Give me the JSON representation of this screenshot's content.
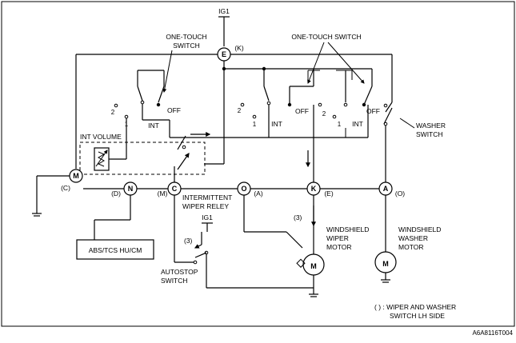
{
  "labels": {
    "ig1_top": "IG1",
    "ig1_autostop": "IG1",
    "one_touch_switch_left_1": "ONE-TOUCH",
    "one_touch_switch_left_2": "SWITCH",
    "one_touch_switch_right": "ONE-TOUCH SWITCH",
    "off_left": "OFF",
    "int_left": "INT",
    "pos2_left": "2",
    "pos1_left": "1",
    "int_volume": "INT VOLUME",
    "pos2_mid": "2",
    "pos1_mid": "1",
    "int_mid": "INT",
    "off_mid": "OFF",
    "pos2_right": "2",
    "pos1_right": "1",
    "int_right": "INT",
    "off_right": "OFF",
    "washer_switch_1": "WASHER",
    "washer_switch_2": "SWITCH",
    "intermittent_1": "INTERMITTENT",
    "intermittent_2": "WIPER RELEY",
    "step3_autostop": "(3)",
    "step3_motor": "(3)",
    "abs_box": "ABS/TCS HU/CM",
    "autostop_1": "AUTOSTOP",
    "autostop_2": "SWITCH",
    "wiper_motor_1": "WINDSHIELD",
    "wiper_motor_2": "WIPER",
    "wiper_motor_3": "MOTOR",
    "washer_motor_1": "WINDSHIELD",
    "washer_motor_2": "WASHER",
    "washer_motor_3": "MOTOR",
    "note_1": "(   ) : WIPER AND WASHER",
    "note_2": "SWITCH LH SIDE",
    "figure_code": "A6A8116T004"
  },
  "connectors": {
    "E": "E",
    "E_pin": "(K)",
    "M": "M",
    "M_pin": "(C)",
    "N": "N",
    "N_pin": "(D)",
    "C": "C",
    "C_pin": "(M)",
    "O": "O",
    "O_pin": "(A)",
    "K": "K",
    "K_pin": "(E)",
    "A": "A",
    "A_pin": "(O)"
  },
  "motors": {
    "wiper": "M",
    "washer": "M"
  }
}
